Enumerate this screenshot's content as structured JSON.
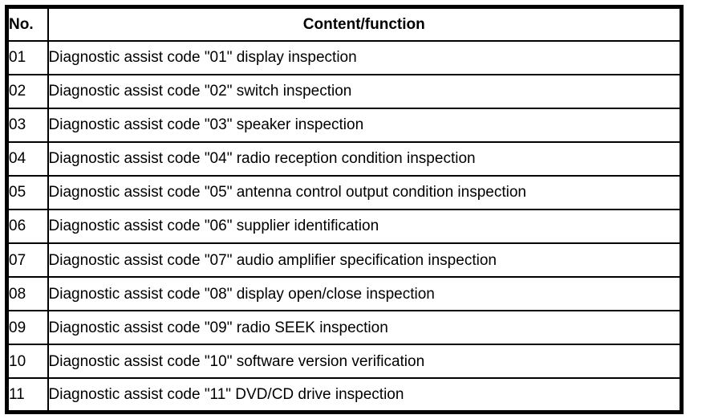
{
  "page": {
    "background_color": "#ffffff",
    "text_color": "#000000",
    "border_color": "#000000"
  },
  "table": {
    "headers": {
      "no": "No.",
      "content": "Content/function"
    },
    "rows": [
      {
        "no": "01",
        "content": "Diagnostic assist code \"01\" display inspection"
      },
      {
        "no": "02",
        "content": "Diagnostic assist code \"02\" switch inspection"
      },
      {
        "no": "03",
        "content": "Diagnostic assist code \"03\" speaker inspection"
      },
      {
        "no": "04",
        "content": "Diagnostic assist code \"04\" radio reception condition inspection"
      },
      {
        "no": "05",
        "content": "Diagnostic assist code \"05\" antenna control output condition inspection"
      },
      {
        "no": "06",
        "content": "Diagnostic assist code \"06\" supplier identification"
      },
      {
        "no": "07",
        "content": "Diagnostic assist code \"07\" audio amplifier specification inspection"
      },
      {
        "no": "08",
        "content": "Diagnostic assist code \"08\" display open/close inspection"
      },
      {
        "no": "09",
        "content": "Diagnostic assist code \"09\" radio SEEK inspection"
      },
      {
        "no": "10",
        "content": "Diagnostic assist code \"10\" software version verification"
      },
      {
        "no": "11",
        "content": "Diagnostic assist code \"11\" DVD/CD drive inspection"
      }
    ]
  }
}
